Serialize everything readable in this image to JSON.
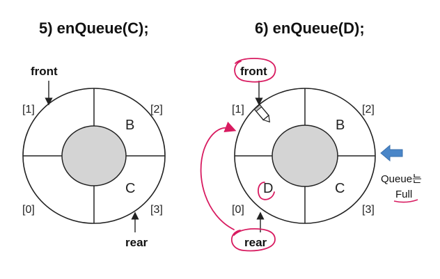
{
  "colors": {
    "ring_stroke": "#222222",
    "hub_fill": "#d4d4d4",
    "annotation": "#d81b60",
    "full_arrow": "#4a86c8"
  },
  "icons": [
    "pencil-cursor-icon",
    "left-arrow-icon"
  ],
  "left": {
    "title": "5) enQueue(C);",
    "front_label": "front",
    "rear_label": "rear",
    "index": {
      "0": "[0]",
      "1": "[1]",
      "2": "[2]",
      "3": "[3]"
    },
    "cells": {
      "2": "B",
      "3": "C"
    }
  },
  "right": {
    "title": "6) enQueue(D);",
    "front_label": "front",
    "rear_label": "rear",
    "index": {
      "0": "[0]",
      "1": "[1]",
      "2": "[2]",
      "3": "[3]"
    },
    "cells": {
      "0": "D",
      "2": "B",
      "3": "C"
    },
    "status_line1": "Queue는",
    "status_line2": "Full"
  }
}
